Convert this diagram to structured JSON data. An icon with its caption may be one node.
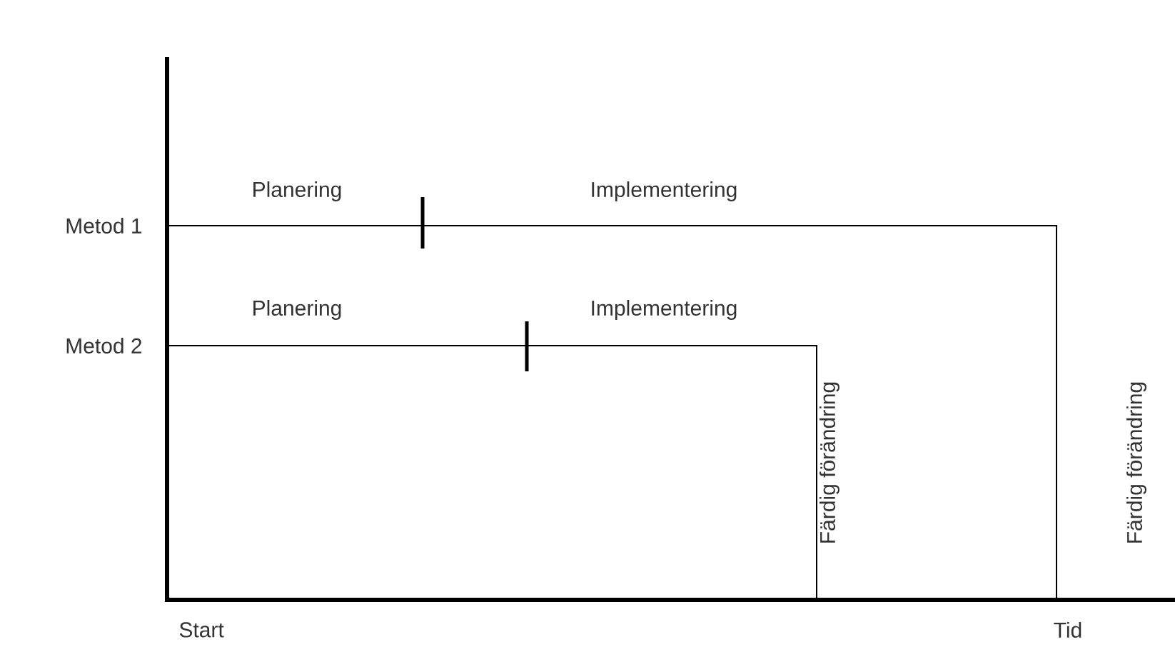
{
  "diagram": {
    "labels": [
      "Planering",
      "Implementering",
      "Metod 1",
      "Planering",
      "Implementering",
      "Metod 2",
      "Färdig förändring",
      "Färdig förändring",
      "Start",
      "Tid"
    ]
  }
}
